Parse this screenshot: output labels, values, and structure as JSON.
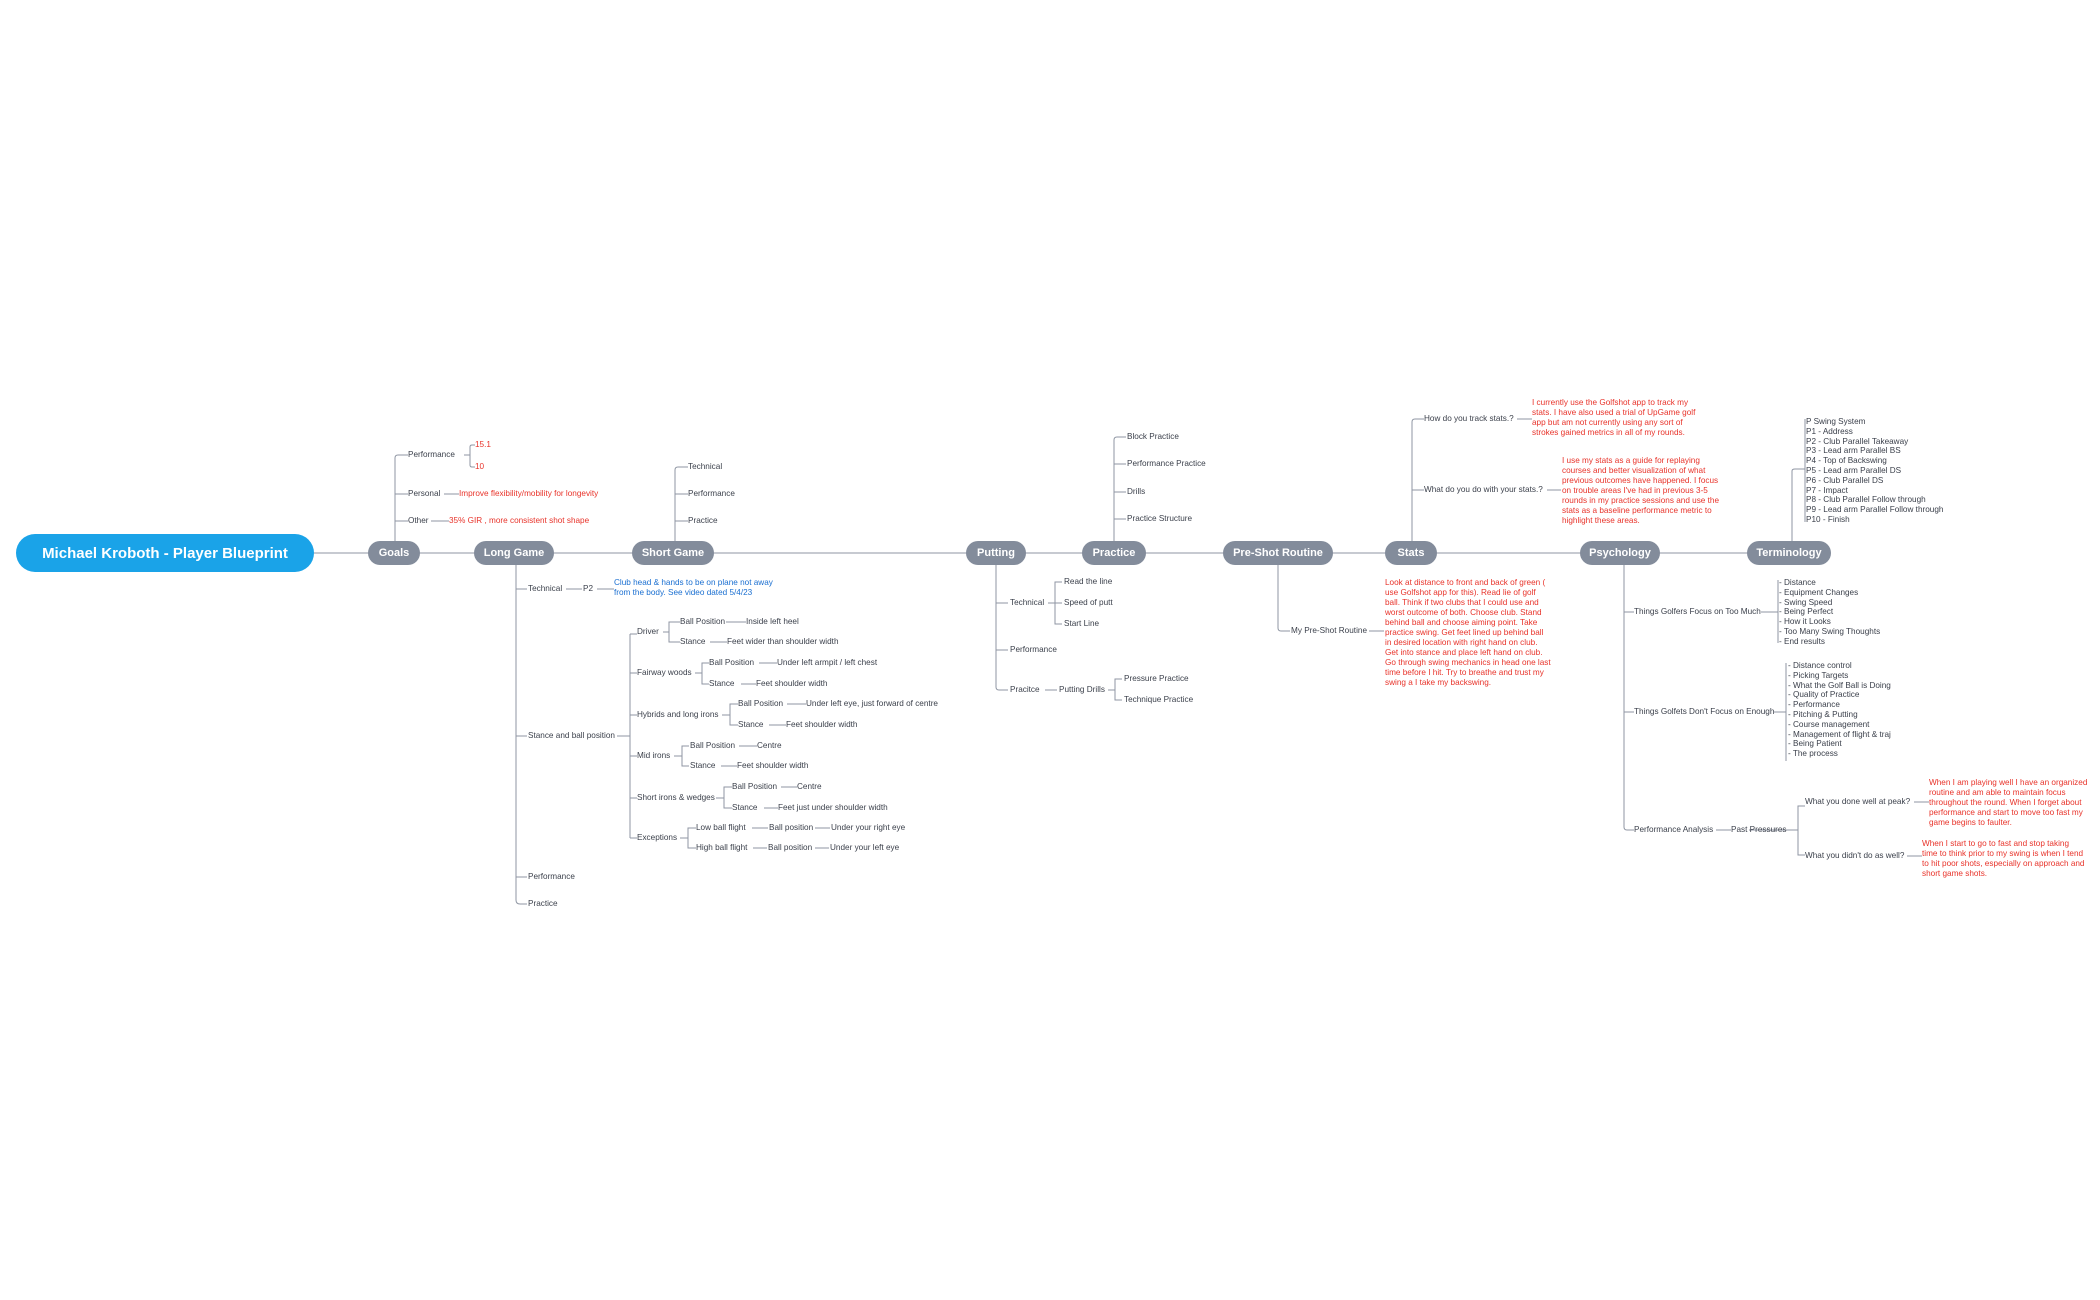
{
  "root": "Michael Kroboth - Player Blueprint",
  "main": {
    "goals": "Goals",
    "long_game": "Long Game",
    "short_game": "Short Game",
    "putting": "Putting",
    "practice": "Practice",
    "pre_shot": "Pre-Shot Routine",
    "stats": "Stats",
    "psychology": "Psychology",
    "terminology": "Terminology"
  },
  "goals": {
    "performance": "Performance",
    "perf_a": "15.1",
    "perf_b": "10",
    "personal": "Personal",
    "personal_note": "Improve flexibility/mobility for longevity",
    "other": "Other",
    "other_note": "35% GIR , more consistent shot shape"
  },
  "short_game": {
    "technical": "Technical",
    "performance": "Performance",
    "practice": "Practice"
  },
  "long_game": {
    "technical": "Technical",
    "p2": "P2",
    "p2_note": "Club head & hands to be on plane not away\nfrom the body. See video dated 5/4/23",
    "stance_ball": "Stance and ball position",
    "driver": "Driver",
    "fairway": "Fairway woods",
    "hybrids": "Hybrids and long irons",
    "mid": "Mid irons",
    "short_irons": "Short irons & wedges",
    "exceptions": "Exceptions",
    "ball_position": "Ball Position",
    "stance": "Stance",
    "driver_ball": "Inside left heel",
    "driver_stance": "Feet wider than shoulder width",
    "fairway_ball": "Under left armpit / left chest",
    "fairway_stance": "Feet shoulder width",
    "hybrids_ball": "Under left eye, just forward of centre",
    "hybrids_stance": "Feet shoulder width",
    "mid_ball": "Centre",
    "mid_stance": "Feet shoulder width",
    "short_ball": "Centre",
    "short_stance": "Feet just under shoulder width",
    "low_flight": "Low ball flight",
    "high_flight": "High ball flight",
    "ball_position_lc": "Ball position",
    "low_value": "Under your right eye",
    "high_value": "Under your left eye",
    "performance": "Performance",
    "practice": "Practice"
  },
  "putting": {
    "technical": "Technical",
    "read_line": "Read the line",
    "speed": "Speed of putt",
    "start_line": "Start Line",
    "performance": "Performance",
    "pracitce": "Pracitce",
    "putting_drills": "Putting Drills",
    "pressure": "Pressure Practice",
    "technique": "Technique Practice"
  },
  "practice": {
    "block": "Block Practice",
    "performance": "Performance Practice",
    "drills": "Drills",
    "structure": "Practice Structure"
  },
  "pre_shot": {
    "my_routine": "My Pre-Shot Routine",
    "note": "Look at distance to front and back of green (\nuse Golfshot app for this). Read lie of golf\nball. Think if two clubs that I could use and\nworst outcome of both. Choose club. Stand\nbehind ball and choose aiming point. Take\npractice swing. Get feet lined up behind ball\nin desired location with right hand on club.\nGet into stance and place left hand on club.\nGo through swing mechanics in head one last\ntime before I hit. Try to breathe and trust my\nswing a I take my backswing."
  },
  "stats": {
    "track": "How do you track stats.?",
    "track_note": "I currently use the Golfshot app to track my\nstats. I have also used a trial of UpGame golf\napp but am not currently using any sort of\nstrokes gained metrics in all of my rounds.",
    "do_with": "What do you do with your stats.?",
    "do_note": "I use my stats as a guide for replaying\ncourses and better visualization of what\nprevious outcomes have happened. I focus\non trouble areas I've had in previous 3-5\nrounds in my practice sessions and use the\nstats as a baseline performance metric to\nhighlight these areas."
  },
  "psychology": {
    "too_much": "Things Golfers Focus on Too Much",
    "too_much_list": "- Distance\n- Equipment Changes\n- Swing Speed\n- Being Perfect\n- How it Looks\n- Too Many Swing Thoughts\n- End results",
    "not_enough": "Things Golfets Don't Focus on Enough",
    "not_enough_list": "- Distance control\n- Picking Targets\n- What the Golf Ball is Doing\n- Quality of Practice\n- Performance\n- Pitching & Putting\n- Course management\n- Management of flight & traj\n- Being Patient\n- The process",
    "perf_analysis": "Performance Analysis",
    "past_pressures": "Past Pressures",
    "done_well": "What you done well at peak?",
    "done_well_note": "When I am playing well I have an organized\nroutine and am able to maintain focus\nthroughout the round. When I forget about\nperformance and start to move too fast my\ngame begins to faulter.",
    "didnt": "What you didn't do as well?",
    "didnt_note": "When I start to go to fast and stop taking\ntime to think prior to my swing is when I tend\nto hit poor shots, especially on approach and\nshort game shots."
  },
  "terminology": {
    "list": "P Swing System\nP1 - Address\nP2 - Club Parallel Takeaway\nP3 - Lead arm Parallel BS\nP4 - Top of Backswing\nP5 - Lead arm Parallel DS\nP6 - Club Parallel DS\nP7 - Impact\nP8 - Club Parallel Follow through\nP9 - Lead arm Parallel Follow through\nP10 - Finish"
  },
  "colors": {
    "root": "#1aa3e8",
    "main_node": "#838c9b",
    "connector": "#8f96a3",
    "red_note": "#e8332a",
    "blue_note": "#1a6fd1"
  }
}
